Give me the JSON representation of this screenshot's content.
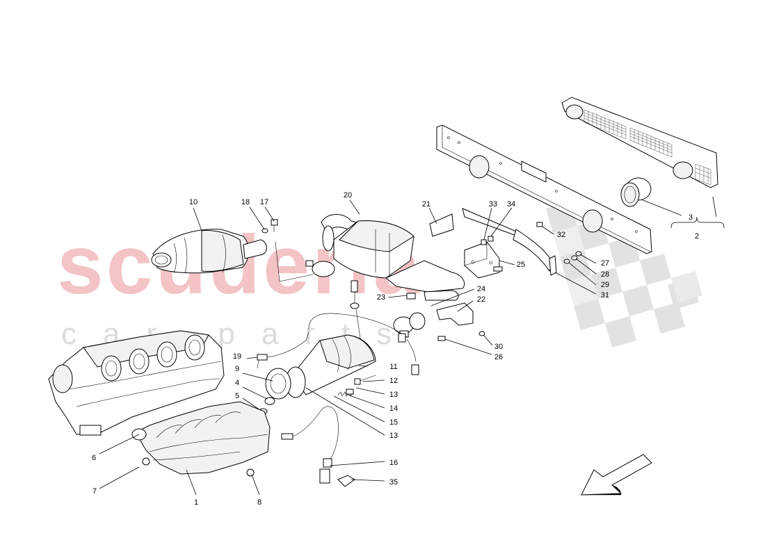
{
  "watermark": {
    "brand": "scuderia",
    "tagline": "car parts"
  },
  "callouts": [
    {
      "id": "c1",
      "label": "1"
    },
    {
      "id": "c2",
      "label": "2"
    },
    {
      "id": "c3",
      "label": "3"
    },
    {
      "id": "c4",
      "label": "4"
    },
    {
      "id": "c5",
      "label": "5"
    },
    {
      "id": "c6",
      "label": "6"
    },
    {
      "id": "c7",
      "label": "7"
    },
    {
      "id": "c8",
      "label": "8"
    },
    {
      "id": "c9",
      "label": "9"
    },
    {
      "id": "c10",
      "label": "10"
    },
    {
      "id": "c11",
      "label": "11"
    },
    {
      "id": "c12",
      "label": "12"
    },
    {
      "id": "c13a",
      "label": "13"
    },
    {
      "id": "c13b",
      "label": "13"
    },
    {
      "id": "c14",
      "label": "14"
    },
    {
      "id": "c15",
      "label": "15"
    },
    {
      "id": "c16",
      "label": "16"
    },
    {
      "id": "c17",
      "label": "17"
    },
    {
      "id": "c18",
      "label": "18"
    },
    {
      "id": "c19",
      "label": "19"
    },
    {
      "id": "c20",
      "label": "20"
    },
    {
      "id": "c21",
      "label": "21"
    },
    {
      "id": "c22",
      "label": "22"
    },
    {
      "id": "c23",
      "label": "23"
    },
    {
      "id": "c24",
      "label": "24"
    },
    {
      "id": "c25",
      "label": "25"
    },
    {
      "id": "c26",
      "label": "26"
    },
    {
      "id": "c27",
      "label": "27"
    },
    {
      "id": "c28",
      "label": "28"
    },
    {
      "id": "c29",
      "label": "29"
    },
    {
      "id": "c30",
      "label": "30"
    },
    {
      "id": "c31",
      "label": "31"
    },
    {
      "id": "c32",
      "label": "32"
    },
    {
      "id": "c33",
      "label": "33"
    },
    {
      "id": "c34",
      "label": "34"
    },
    {
      "id": "c35",
      "label": "35"
    }
  ],
  "colors": {
    "watermark_red": "#f3c3c6",
    "watermark_grey": "#dcdcdc",
    "checker_grey": "#e2e2e2",
    "line": "#000000"
  },
  "icons": {
    "direction": "front-direction-arrow-icon"
  }
}
